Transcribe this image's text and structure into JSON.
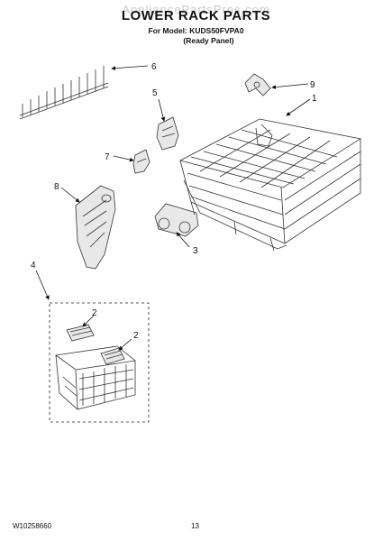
{
  "header": {
    "watermark": "AppliancePartsPros.com",
    "title": "LOWER RACK PARTS",
    "model_line": "For Model: KUDS50FVPA0",
    "variant_line": "(Ready Panel)"
  },
  "callouts": [
    "1",
    "2",
    "2",
    "3",
    "4",
    "5",
    "6",
    "7",
    "8",
    "9"
  ],
  "footer": {
    "doc_number": "W10258660",
    "page_number": "13"
  }
}
